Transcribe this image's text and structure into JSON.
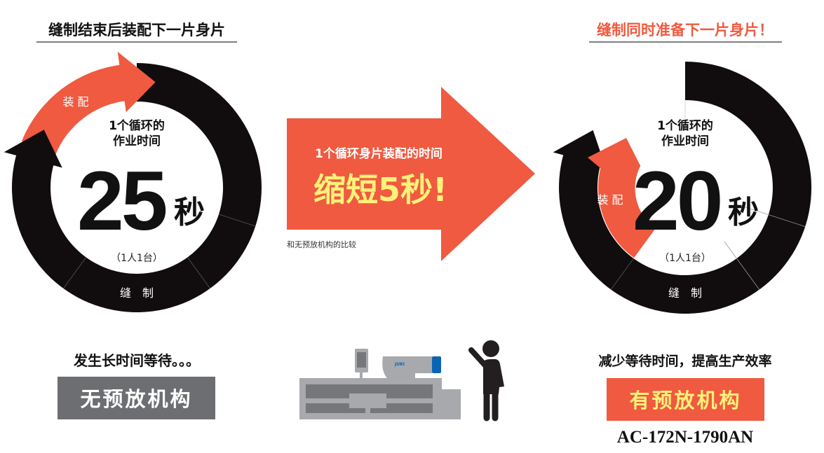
{
  "colors": {
    "accent": "#ef5a40",
    "ring": "#110d0e",
    "highlight": "#fff27a",
    "grey_box": "#6d6e71",
    "machine_light": "#a7a9ac",
    "machine_dark": "#76777a",
    "brand_blue": "#0a64b4"
  },
  "left": {
    "title": "缝制结束后装配下一片身片",
    "assembly_label": "装 配",
    "sewing_label": "缝　制",
    "cycle_label_1": "1个循环的",
    "cycle_label_2": "作业时间",
    "cycle_value": "25",
    "cycle_unit": "秒",
    "note": "（1人1台）",
    "caption": "发生长时间等待。。。",
    "box_label": "无预放机构"
  },
  "center": {
    "arrow_line_1": "1个循环身片装配的时间",
    "arrow_line_2": "缩短5秒!",
    "comparison_note": "和无预放机构的比较"
  },
  "machine": {
    "brand": "JUKI"
  },
  "right": {
    "title": "缝制同时准备下一片身片！",
    "assembly_label": "装 配",
    "sewing_label": "缝　制",
    "cycle_label_1": "1个循环的",
    "cycle_label_2": "作业时间",
    "cycle_value": "20",
    "cycle_unit": "秒",
    "note": "（1人1台）",
    "caption": "减少等待时间，提高生产效率",
    "box_label": "有预放机构",
    "model": "AC-172N-1790AN"
  }
}
